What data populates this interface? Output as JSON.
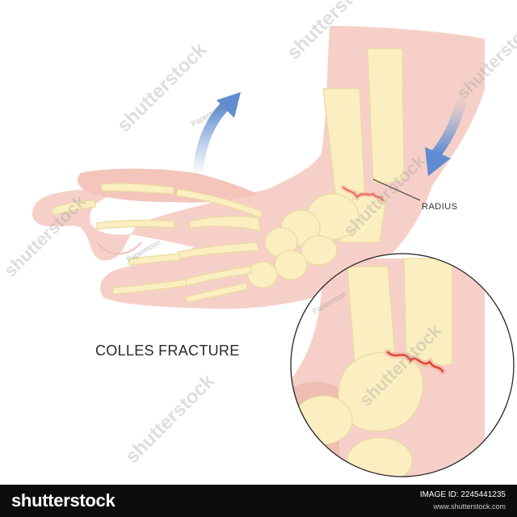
{
  "diagram": {
    "title": "COLLES FRACTURE",
    "labels": {
      "radius": "RADIUS"
    }
  },
  "watermarks": {
    "brand": "shutterstock",
    "author": "Papermoon"
  },
  "footer": {
    "logo": "shutterstock",
    "image_id": "IMAGE ID: 2245441235",
    "url": "www.shutterstock.com"
  },
  "colors": {
    "skin": "#f6d0c8",
    "skin_shadow": "#efbdb2",
    "bone": "#fbeec0",
    "bone_outline": "#eadba0",
    "fracture": "#e0443a",
    "arrow": "#7ea4d8",
    "footer_bg": "#0d0d0d"
  }
}
